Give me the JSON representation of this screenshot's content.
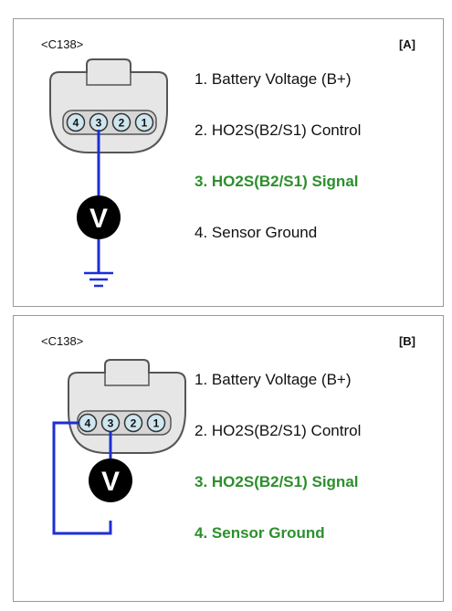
{
  "panels": [
    {
      "label": "[A]",
      "connector_id": "<C138>",
      "pins": [
        "4",
        "3",
        "2",
        "1"
      ],
      "meter_symbol": "V",
      "legend": [
        {
          "text": "1. Battery Voltage (B+)",
          "highlight": false
        },
        {
          "text": "2. HO2S(B2/S1) Control",
          "highlight": false
        },
        {
          "text": "3. HO2S(B2/S1) Signal",
          "highlight": true
        },
        {
          "text": "4. Sensor Ground",
          "highlight": false
        }
      ]
    },
    {
      "label": "[B]",
      "connector_id": "<C138>",
      "pins": [
        "4",
        "3",
        "2",
        "1"
      ],
      "meter_symbol": "V",
      "legend": [
        {
          "text": "1. Battery Voltage (B+)",
          "highlight": false
        },
        {
          "text": "2. HO2S(B2/S1) Control",
          "highlight": false
        },
        {
          "text": "3. HO2S(B2/S1) Signal",
          "highlight": true
        },
        {
          "text": "4. Sensor Ground",
          "highlight": true
        }
      ]
    }
  ],
  "colors": {
    "wire": "#1c2fd6",
    "highlight": "#2c8f2c",
    "pin_fill": "#cfe6ef",
    "connector_fill": "#e6e6e6"
  }
}
